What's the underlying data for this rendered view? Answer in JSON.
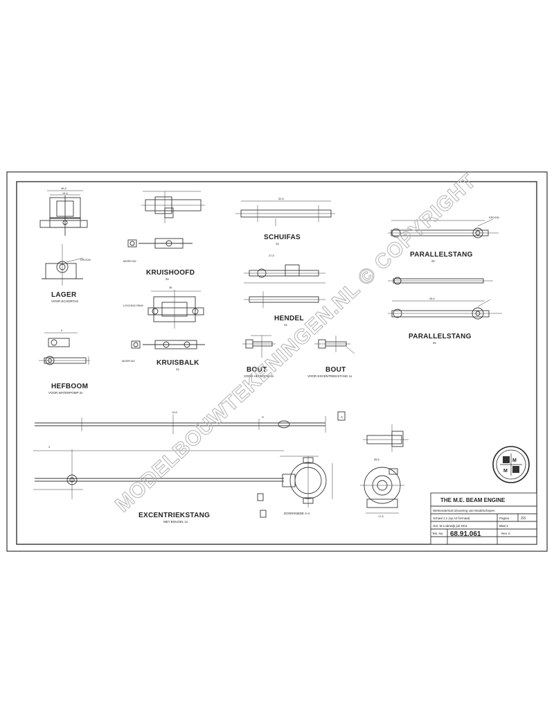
{
  "drawing": {
    "watermark": "MODELBOUWTEKENINGEN.NL © COPYRIGHT",
    "parts": [
      {
        "name": "LAGER",
        "sub": "VOOR ECHORTAS"
      },
      {
        "name": "KRUISHOOFD",
        "sub": "2x"
      },
      {
        "name": "SCHUIFAS",
        "sub": "1x"
      },
      {
        "name": "PARALLELSTANG",
        "sub": "2x"
      },
      {
        "name": "HENDEL",
        "sub": "1x"
      },
      {
        "name": "PARALLELSTANG",
        "sub": "2x"
      },
      {
        "name": "HEFBOOM",
        "sub": "VOOR WATERPOMP 2x"
      },
      {
        "name": "KRUISBALK",
        "sub": "1x"
      },
      {
        "name": "BOUT",
        "sub": "VOOR HEFBOOM 2x"
      },
      {
        "name": "BOUT",
        "sub": "VOOR EXCENTRIEKSTANG 1x"
      },
      {
        "name": "EXCENTRIEKSTANG",
        "sub": "MET BOUGEL 1x"
      }
    ],
    "section_label": "DOORSNEDE A-A",
    "section_marker": "A",
    "small_notes": {
      "moer": "MOER M2",
      "moer2": "MOER M2",
      "kroon": "KROON",
      "lock": "LOCKING RING",
      "dimensions": [
        "46,4",
        "32,6",
        "14,4",
        "35",
        "27,5",
        "8,8",
        "11,5",
        "8,2",
        "23,4",
        "12,8",
        "19,5",
        "3",
        "5",
        "9",
        "28,4",
        "38,6",
        "17,5",
        "8,6"
      ]
    }
  },
  "title_block": {
    "title": "THE M.E. BEAM ENGINE",
    "row1": "Werkende/mal Uitvoering van Modelschepen",
    "row2_left": "Schaal 1:1 (op A3 formaat)",
    "row2_right_label": "Pagina",
    "row2_right_value": "2/3",
    "row3_left": "Get. M.Lodewijk juli 2011",
    "row3_right": "Blad 2",
    "row4_label": "Tek. No.",
    "row4_number": "68.91.061",
    "row4_rev": "Rev. 0"
  }
}
